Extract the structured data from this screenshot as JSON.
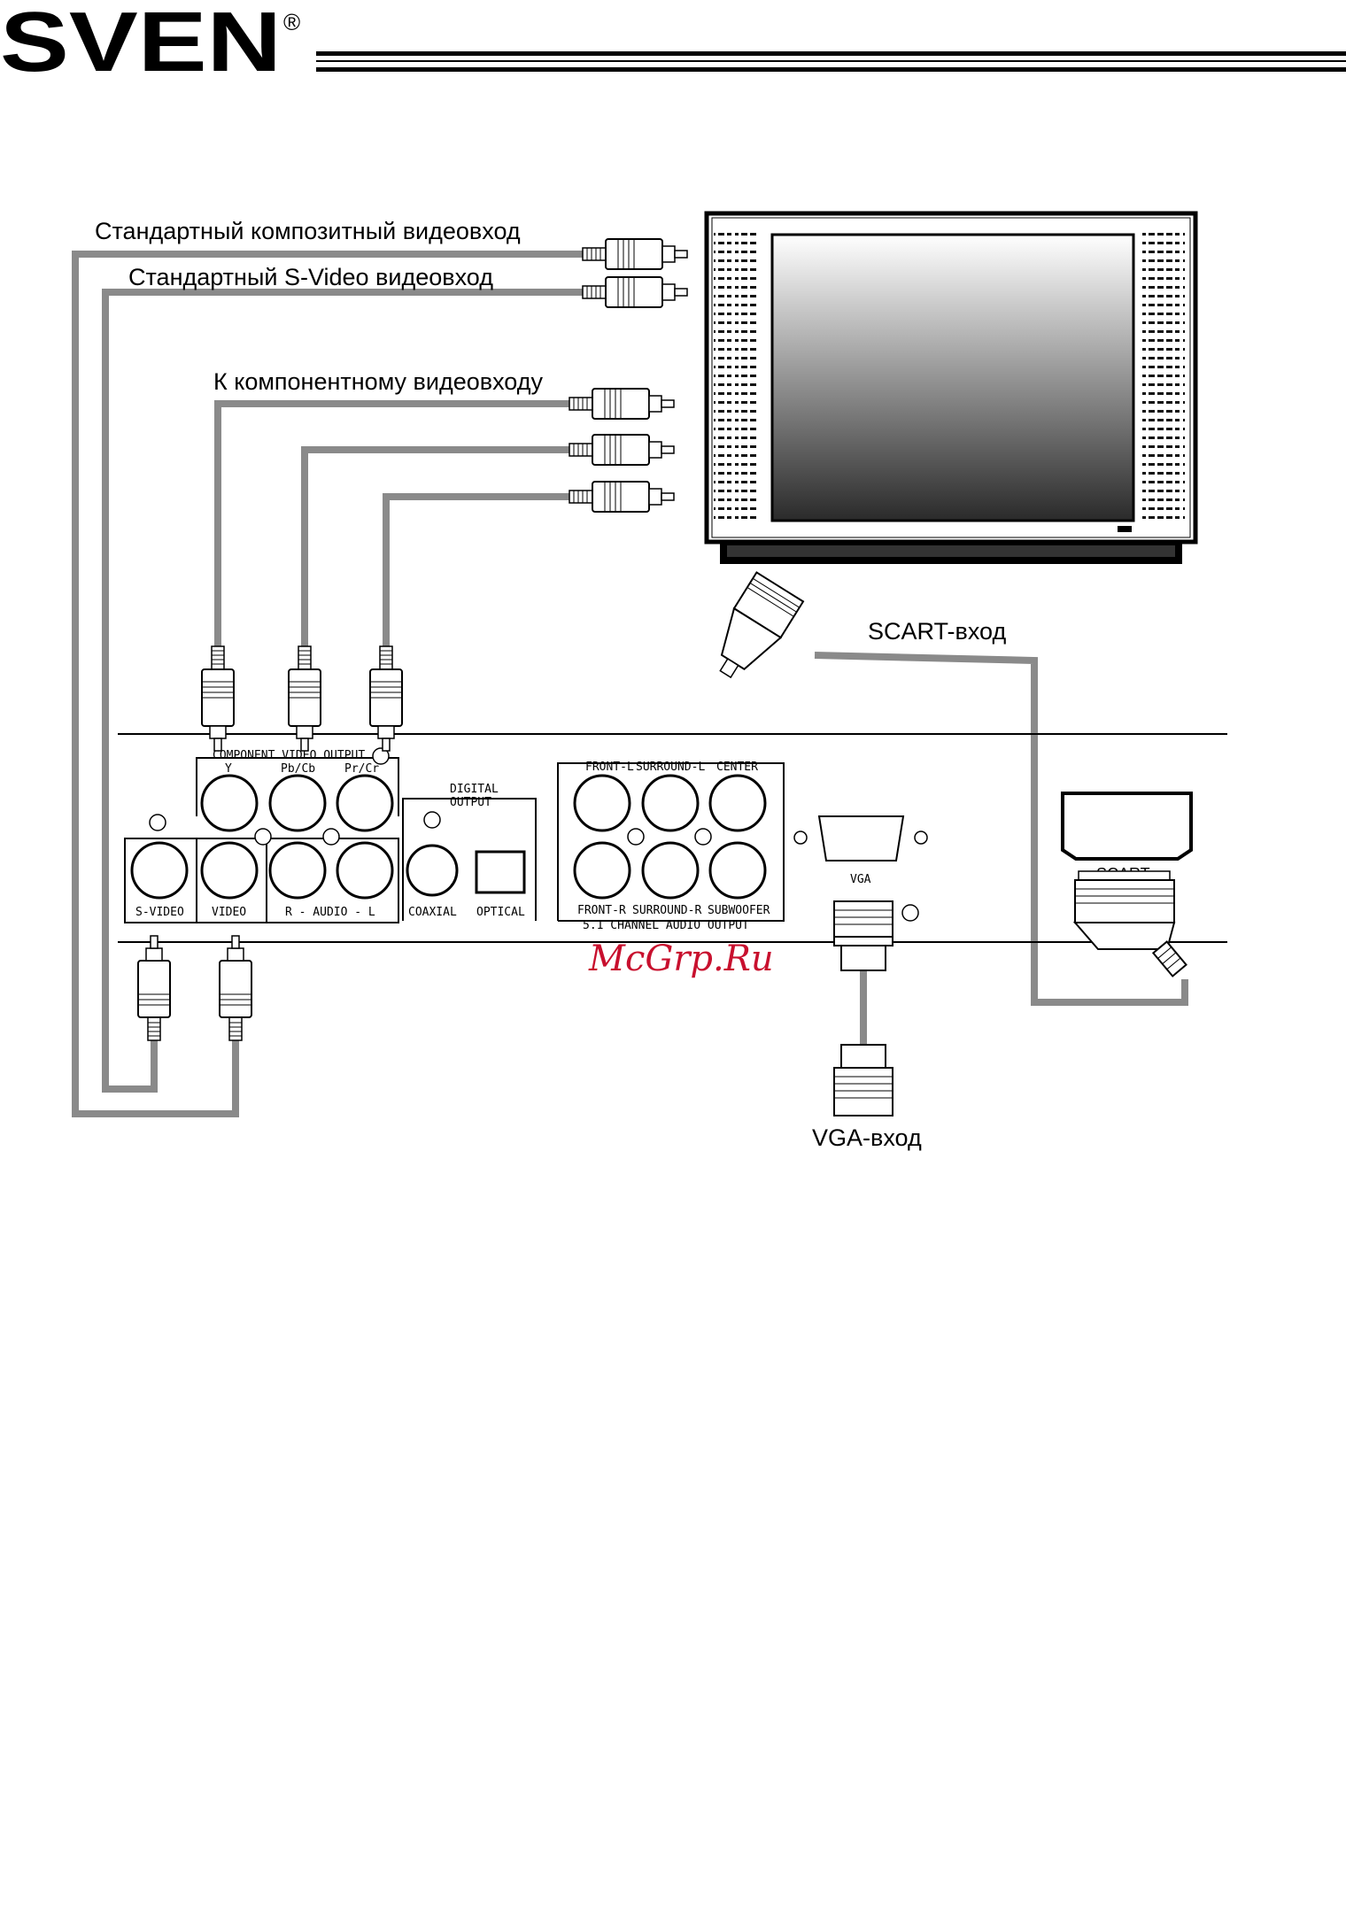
{
  "brand": {
    "logo_text": "SVEN",
    "registered_mark": "®"
  },
  "labels": {
    "composite_input": "Стандартный композитный видеовход",
    "svideo_input": "Стандартный S-Video видеовход",
    "component_input": "К компонентному видеовходу",
    "scart_input": "SCART-вход",
    "vga_input": "VGA-вход",
    "scart_connector": "SCART"
  },
  "panel": {
    "component_video_output": "COMPONENT VIDEO OUTPUT",
    "y": "Y",
    "pb_cb": "Pb/Cb",
    "pr_cr": "Pr/Cr",
    "digital_output_line1": "DIGITAL",
    "digital_output_line2": "OUTPUT",
    "s_video": "S-VIDEO",
    "video": "VIDEO",
    "audio_rl": "R - AUDIO - L",
    "coaxial": "COAXIAL",
    "optical": "OPTICAL",
    "front_l": "FRONT-L",
    "surround_l": "SURROUND-L",
    "center": "CENTER",
    "front_r": "FRONT-R",
    "surround_r": "SURROUND-R",
    "subwoofer": "SUBWOOFER",
    "channel_audio_output": "5.1 CHANNEL AUDIO OUTPUT",
    "vga": "VGA"
  },
  "watermark": "McGrp.Ru",
  "colors": {
    "cable": "#8a8a8a",
    "line": "#000000",
    "watermark": "#c8102e"
  }
}
